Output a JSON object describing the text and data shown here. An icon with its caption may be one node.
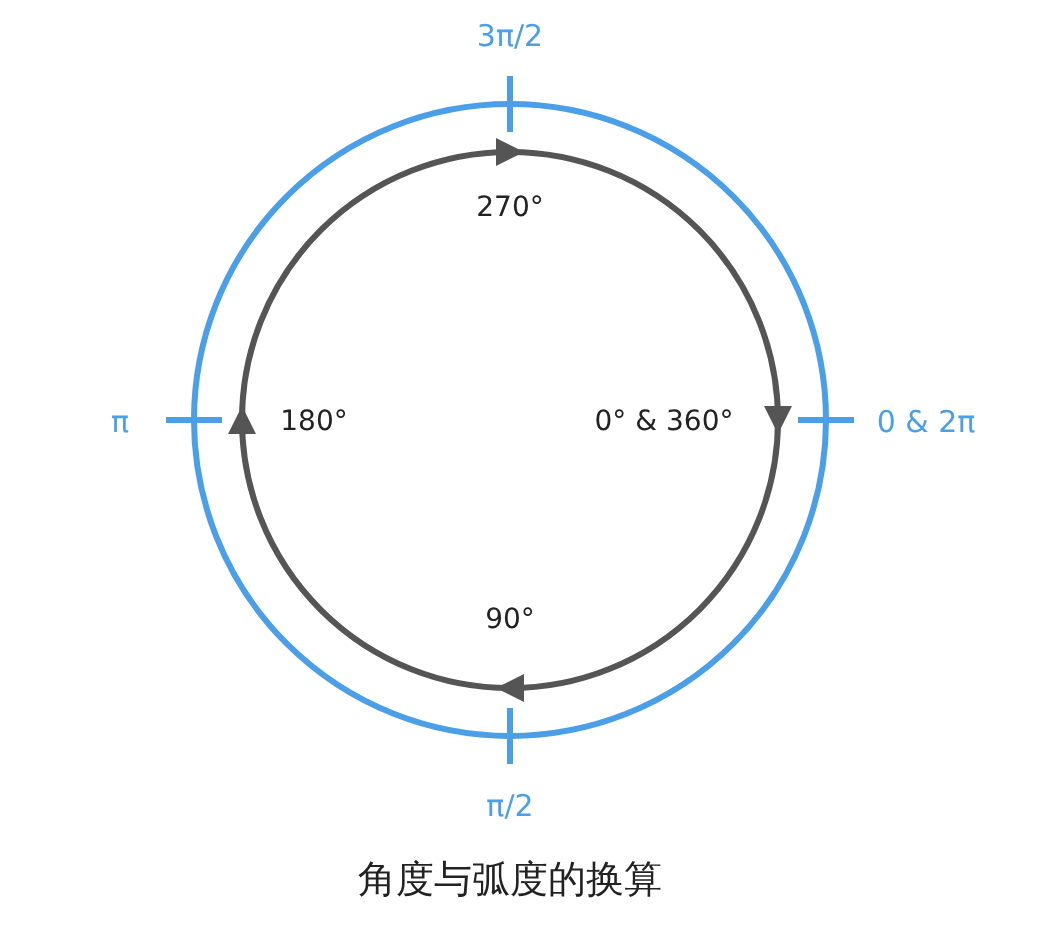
{
  "diagram": {
    "title": "角度与弧度的换算",
    "labels": [
      "3π/2",
      "270°",
      "π",
      "180°",
      "0° & 360°",
      "0 & 2π",
      "90°",
      "π/2"
    ]
  }
}
